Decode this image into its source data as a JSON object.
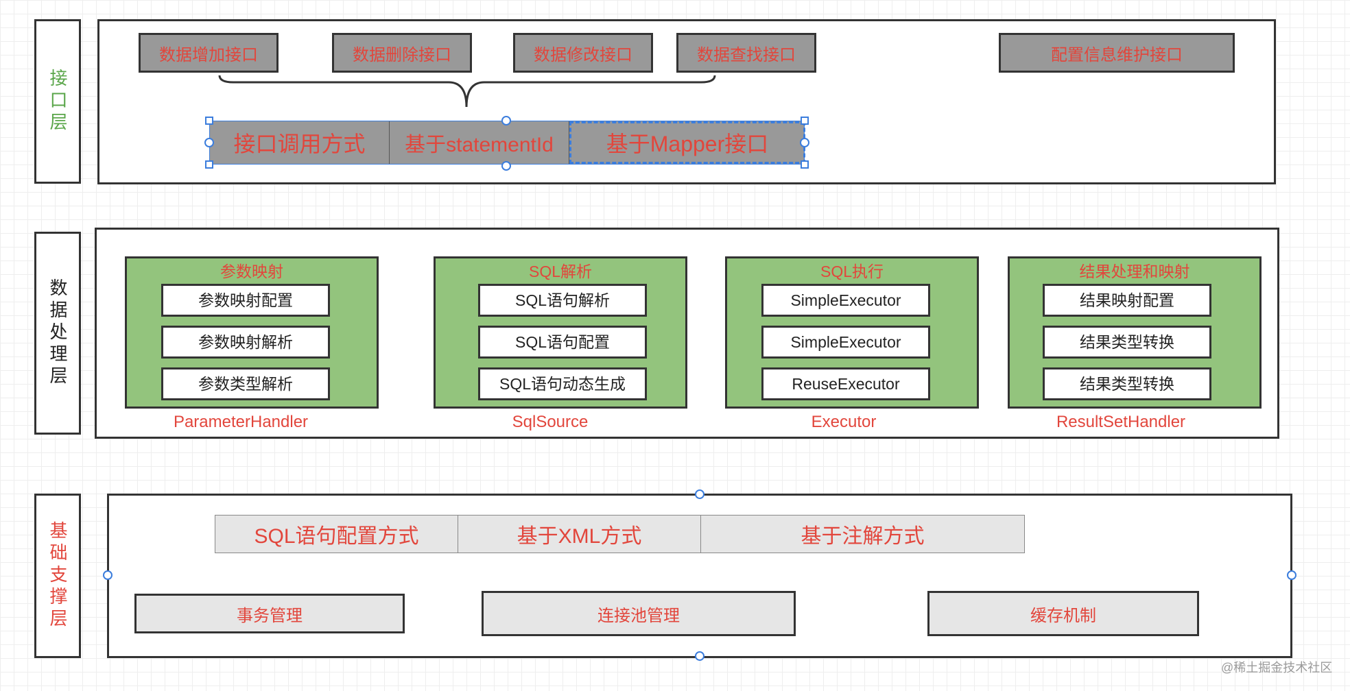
{
  "layers": {
    "interface": "接口层",
    "processing": "数据处理层",
    "foundation": "基础支撑层"
  },
  "interface_layer": {
    "buttons": [
      "数据增加接口",
      "数据删除接口",
      "数据修改接口",
      "数据查找接口",
      "配置信息维护接口"
    ],
    "call_methods": [
      "接口调用方式",
      "基于statementId",
      "基于Mapper接口"
    ]
  },
  "processing_layer": {
    "groups": [
      {
        "title": "参数映射",
        "items": [
          "参数映射配置",
          "参数映射解析",
          "参数类型解析"
        ],
        "caption": "ParameterHandler"
      },
      {
        "title": "SQL解析",
        "items": [
          "SQL语句解析",
          "SQL语句配置",
          "SQL语句动态生成"
        ],
        "caption": "SqlSource"
      },
      {
        "title": "SQL执行",
        "items": [
          "SimpleExecutor",
          "SimpleExecutor",
          "ReuseExecutor"
        ],
        "caption": "Executor"
      },
      {
        "title": "结果处理和映射",
        "items": [
          "结果映射配置",
          "结果类型转换",
          "结果类型转换"
        ],
        "caption": "ResultSetHandler"
      }
    ]
  },
  "foundation_layer": {
    "sql_config": [
      "SQL语句配置方式",
      "基于XML方式",
      "基于注解方式"
    ],
    "services": [
      "事务管理",
      "连接池管理",
      "缓存机制"
    ]
  },
  "colors": {
    "label_green": "#5aa64a",
    "label_red": "#e2463c",
    "group_green": "#93c47d",
    "gray": "#999999",
    "light_gray": "#e6e6e6",
    "selection_blue": "#3b7ddd"
  },
  "watermark": "@稀土掘金技术社区"
}
